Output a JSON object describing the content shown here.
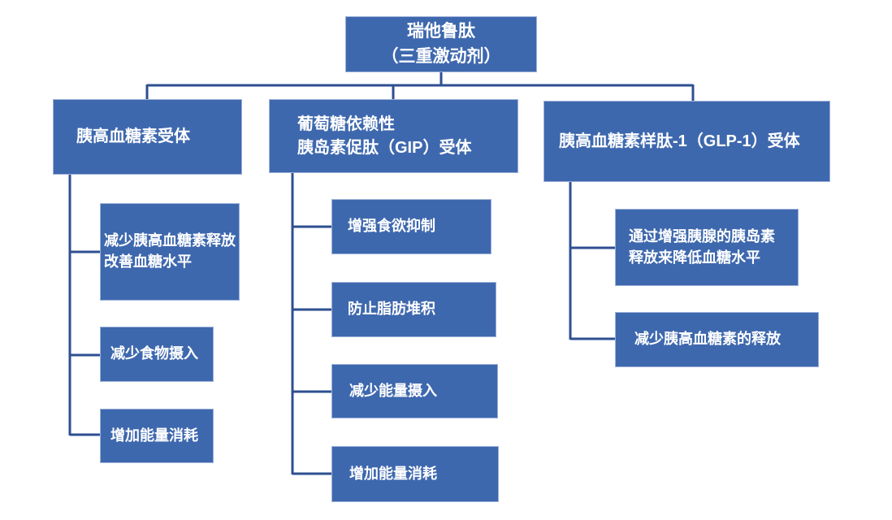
{
  "colors": {
    "box_fill": "#3e68ae",
    "box_border": "#9db1d9",
    "connector": "#2e4f90",
    "text": "#ffffff",
    "background": "#ffffff"
  },
  "diagram": {
    "root": {
      "lines": [
        "瑞他鲁肽",
        "（三重激动剂）"
      ]
    },
    "branches": [
      {
        "label_lines": [
          "胰高血糖素受体"
        ],
        "children": [
          {
            "lines": [
              "减少胰高血糖素释放",
              "改善血糖水平"
            ]
          },
          {
            "lines": [
              "减少食物摄入"
            ]
          },
          {
            "lines": [
              "增加能量消耗"
            ]
          }
        ]
      },
      {
        "label_lines": [
          "葡萄糖依赖性",
          "胰岛素促肽（GIP）受体"
        ],
        "children": [
          {
            "lines": [
              "增强食欲抑制"
            ]
          },
          {
            "lines": [
              "防止脂肪堆积"
            ]
          },
          {
            "lines": [
              "减少能量摄入"
            ]
          },
          {
            "lines": [
              "增加能量消耗"
            ]
          }
        ]
      },
      {
        "label_lines": [
          "胰高血糖素样肽-1（GLP-1）受体"
        ],
        "children": [
          {
            "lines": [
              "通过增强胰腺的胰岛素",
              "释放来降低血糖水平"
            ]
          },
          {
            "lines": [
              "减少胰高血糖素的释放"
            ]
          }
        ]
      }
    ]
  }
}
